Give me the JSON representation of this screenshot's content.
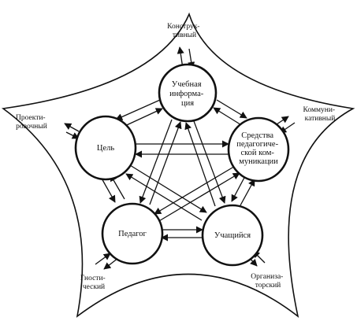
{
  "nodes": {
    "info": [
      "Учебная",
      "информа-",
      "ция"
    ],
    "goal": [
      "Цель"
    ],
    "means": [
      "Средства",
      "педагогиче-",
      "ской ком-",
      "муникации"
    ],
    "teacher": [
      "Педагог"
    ],
    "student": [
      "Учащийся"
    ]
  },
  "functions": {
    "constructive": [
      "Конструк-",
      "тивный"
    ],
    "design": [
      "Проекти-",
      "ровочный"
    ],
    "communicative": [
      "Коммуни-",
      "кативный"
    ],
    "gnostic": [
      "Гности-",
      "ческий"
    ],
    "organizational": [
      "Организа-",
      "торский"
    ]
  }
}
